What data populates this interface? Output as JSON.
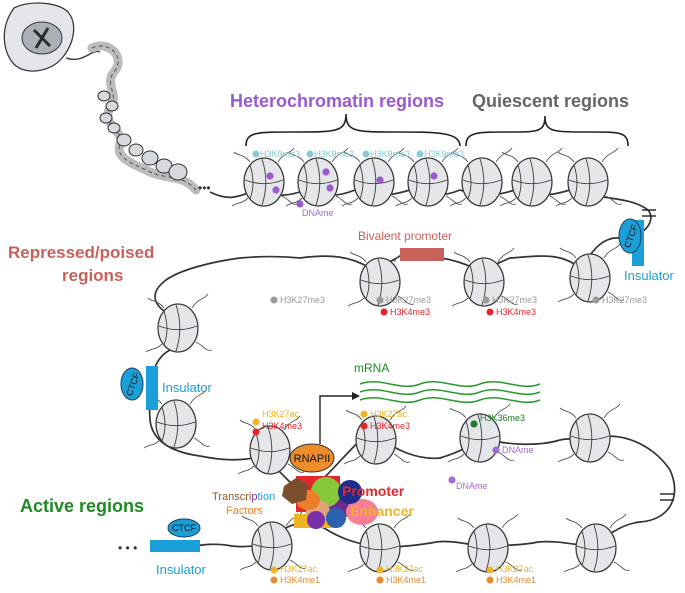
{
  "colors": {
    "heterochromatin": "#9b59d0",
    "quiescent": "#666666",
    "repressed": "#c9615b",
    "insulator": "#1a9fd8",
    "active": "#1f8a24",
    "promoter": "#e3262b",
    "enhancer": "#f0b323",
    "mrna": "#2a9a2e",
    "h3k9me3": "#8cc7d4",
    "h3k27me3": "#9a9a9a",
    "h3k4me3": "#e3262b",
    "h3k27ac": "#f0b323",
    "h3k4me1": "#e98a2a",
    "h3k36me3": "#1f7a2a",
    "dname": "#a46ad6"
  },
  "headings": {
    "heterochromatin": "Heterochromatin regions",
    "quiescent": "Quiescent regions",
    "repressed": "Repressed/poised\nregions",
    "active": "Active regions"
  },
  "labels": {
    "bivalent_promoter": "Bivalent promoter",
    "insulator": "Insulator",
    "ctcf": "CTCF",
    "rnapii": "RNAPII",
    "promoter": "Promoter",
    "enhancer": "Enhancer",
    "mrna": "mRNA",
    "transcription_factors": "Transcription Factors"
  },
  "marks": {
    "h3k9me3": "H3K9me3",
    "h3k27me3": "H3K27me3",
    "h3k4me3": "H3K4me3",
    "h3k27ac": "H3K27ac",
    "h3k4me1": "H3K4me1",
    "h3k36me3": "H3K36me3",
    "dname": "DNAme"
  }
}
